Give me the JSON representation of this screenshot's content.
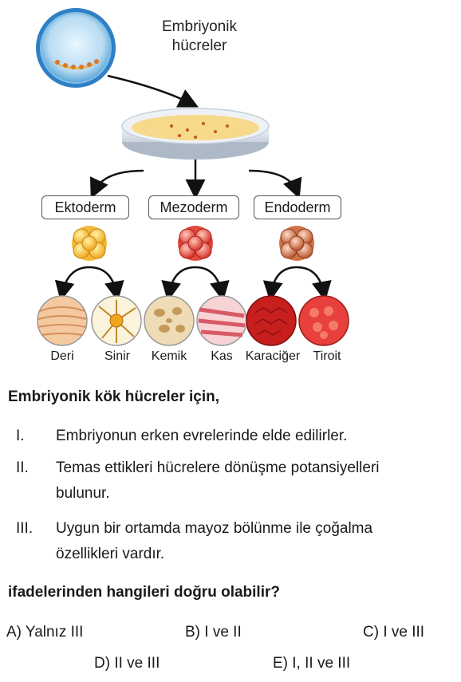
{
  "figure": {
    "top_label_line1": "Embriyonik",
    "top_label_line2": "hücreler",
    "layers": [
      {
        "name": "Ektoderm"
      },
      {
        "name": "Mezoderm"
      },
      {
        "name": "Endoderm"
      }
    ],
    "tissues": [
      "Deri",
      "Sinir",
      "Kemik",
      "Kas",
      "Karaciğer",
      "Tiroit"
    ]
  },
  "question": {
    "title": "Embriyonik kök hücreler için,",
    "items": [
      {
        "roman": "I.",
        "text": "Embriyonun erken evrelerinde elde edilirler."
      },
      {
        "roman": "II.",
        "text_line1": "Temas ettikleri hücrelere dönüşme potansiyelleri",
        "text_line2": "bulunur."
      },
      {
        "roman": "III.",
        "text_line1": "Uygun bir ortamda mayoz bölünme ile çoğalma",
        "text_line2": "özellikleri vardır."
      }
    ],
    "ask": "ifadelerinden hangileri doğru olabilir?",
    "options": {
      "A": "A) Yalnız III",
      "B": "B) I ve II",
      "C": "C) I ve III",
      "D": "D) II ve III",
      "E": "E) I, II ve III"
    }
  }
}
